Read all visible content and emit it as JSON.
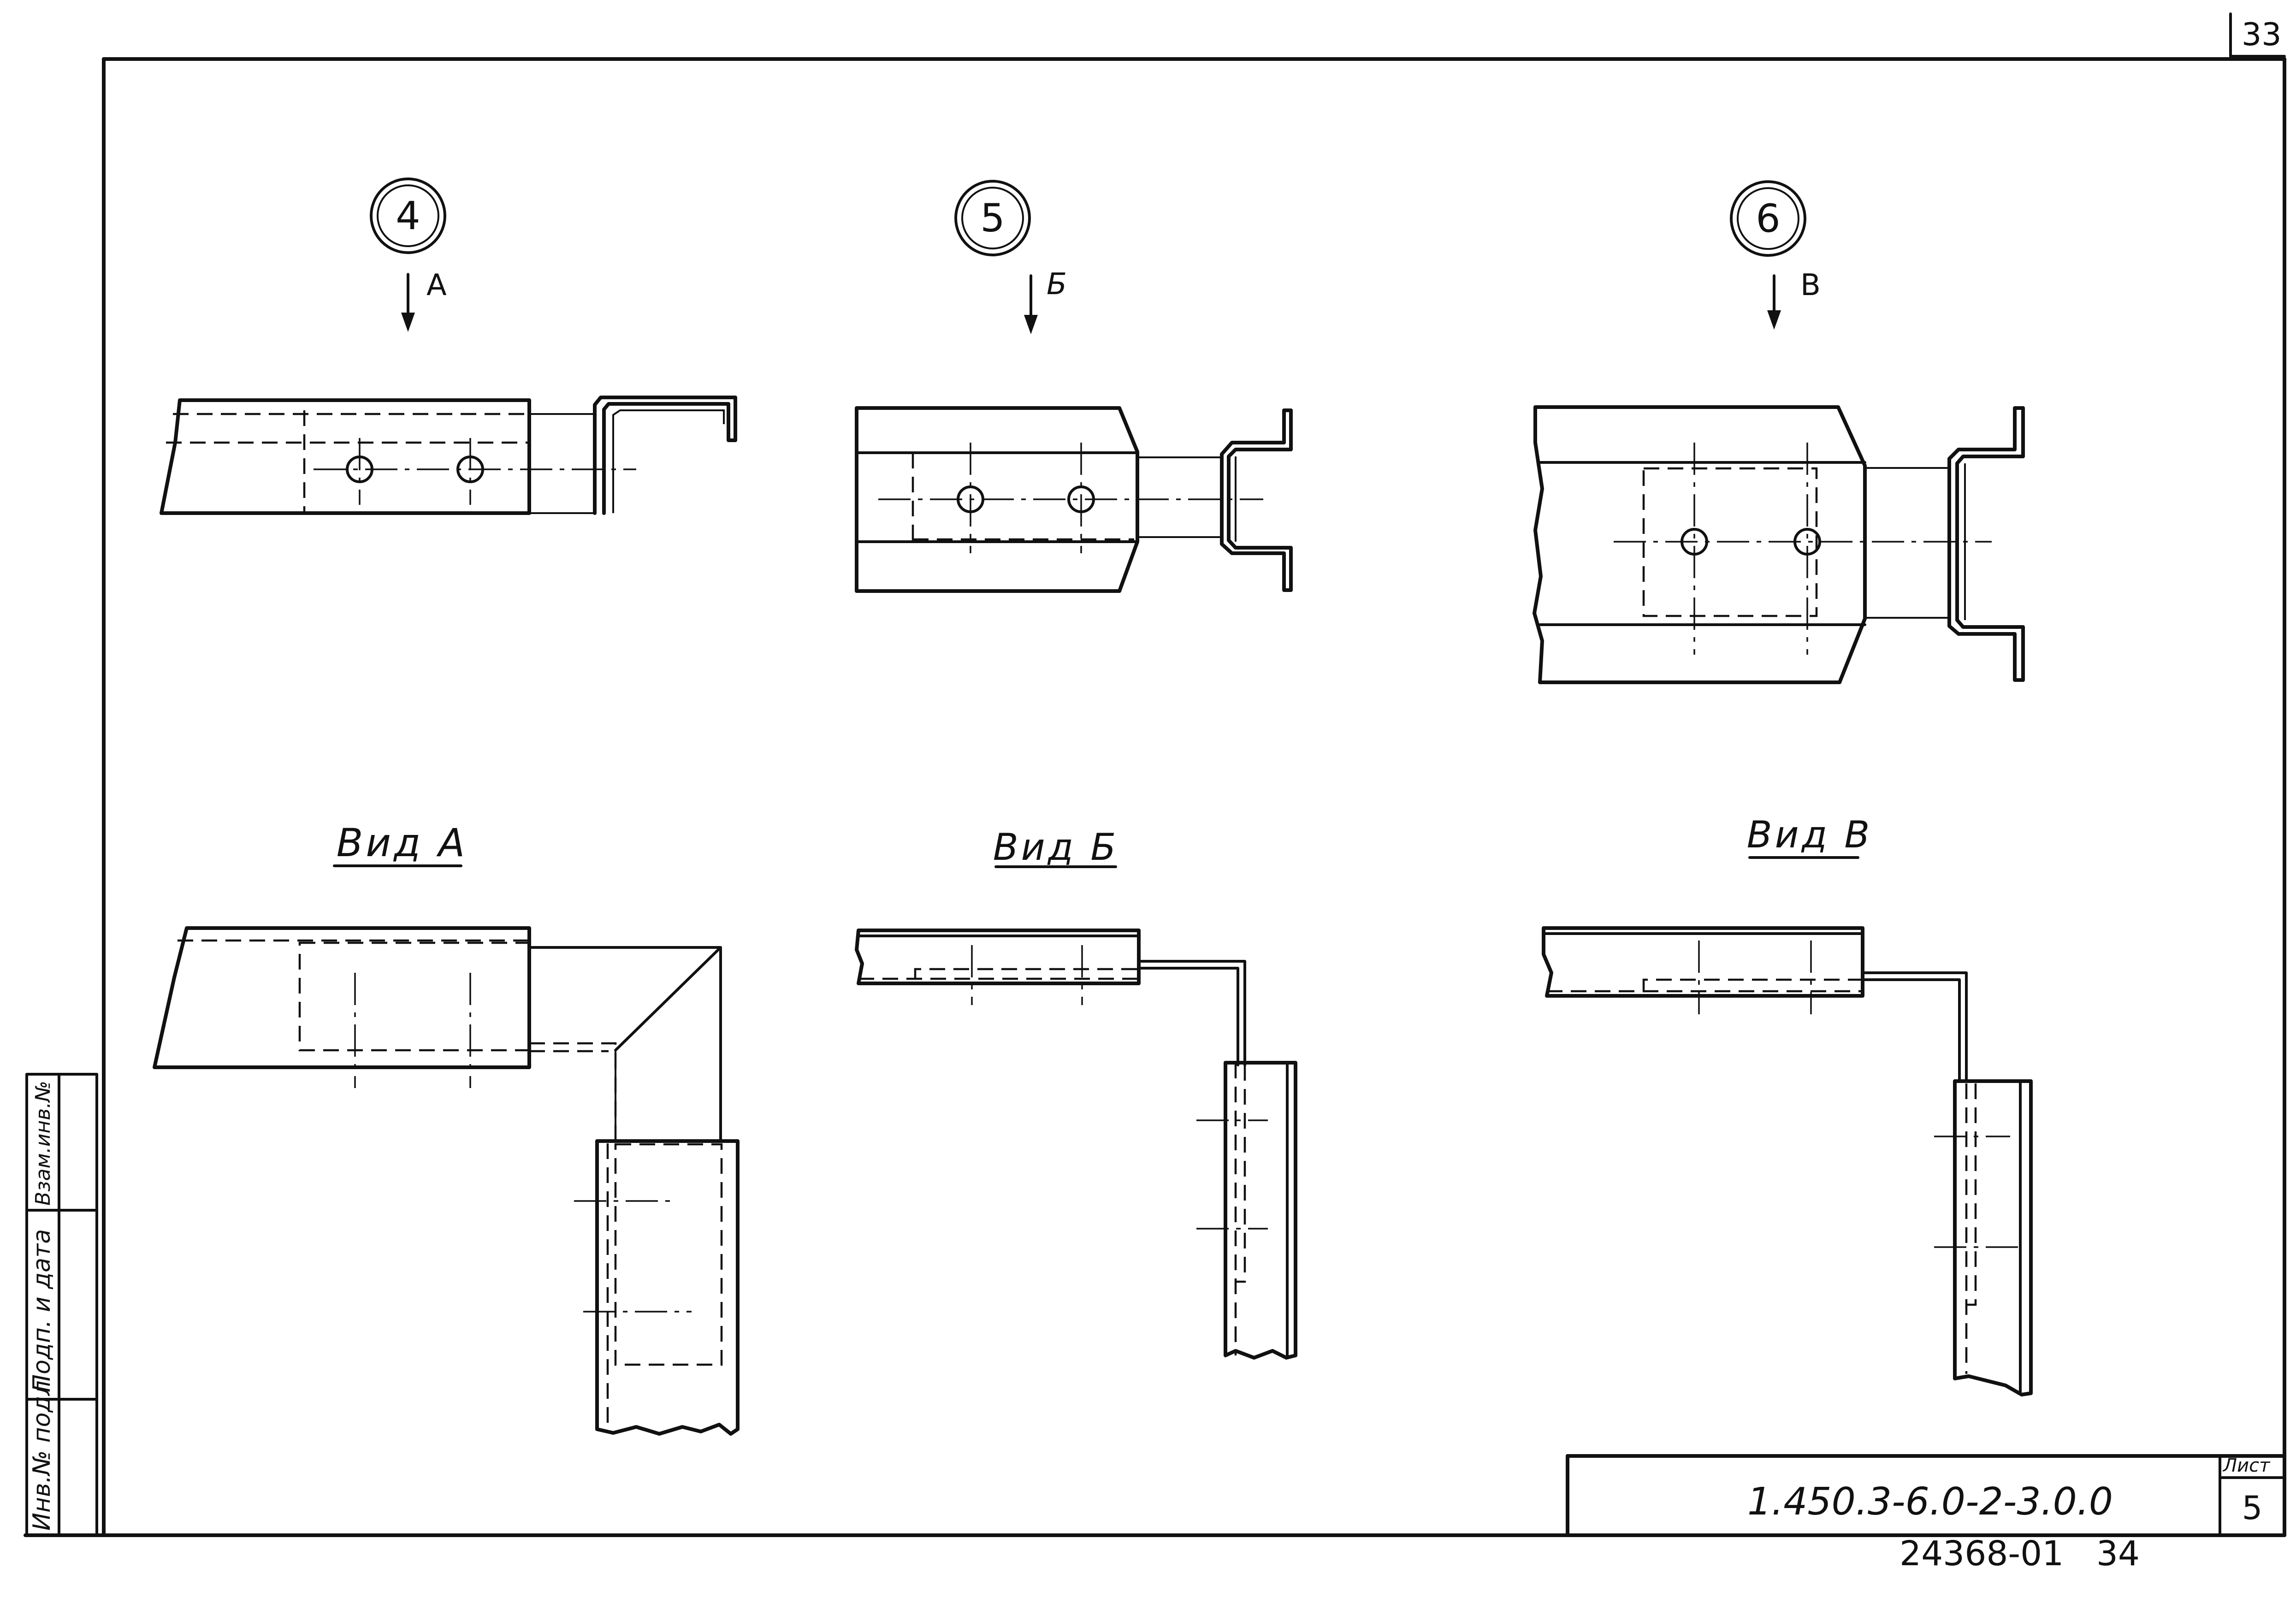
{
  "sheet": {
    "page_number": "33",
    "callouts": [
      {
        "number": "4",
        "view_letter": "А"
      },
      {
        "number": "5",
        "view_letter": "Б"
      },
      {
        "number": "6",
        "view_letter": "В"
      }
    ],
    "view_titles": [
      "Вид А",
      "Вид Б",
      "Вид В"
    ],
    "side_stamp": [
      "Инв.№ подл",
      "Подп. и дата",
      "Взам.инв.№"
    ],
    "title_block": {
      "designation": "1.450.3-6.0-2-3.0.0",
      "sheet_label": "Лист",
      "sheet_number": "5"
    },
    "footer_code": "24368-01   34"
  }
}
